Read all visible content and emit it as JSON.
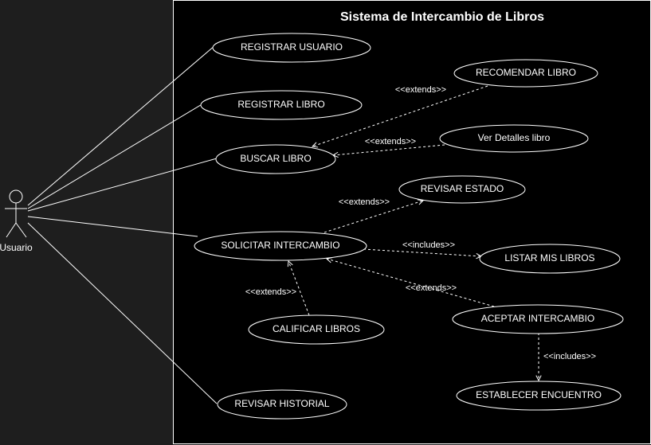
{
  "system": {
    "title": "Sistema de Intercambio de Libros"
  },
  "actor": {
    "name": "Usuario"
  },
  "use_cases": {
    "registrar_usuario": "REGISTRAR USUARIO",
    "registrar_libro": "REGISTRAR LIBRO",
    "buscar_libro": "BUSCAR LIBRO",
    "recomendar_libro": "RECOMENDAR LIBRO",
    "ver_detalles": "Ver Detalles libro",
    "revisar_estado": "REVISAR ESTADO",
    "solicitar_intercambio": "SOLICITAR INTERCAMBIO",
    "listar_mis_libros": "LISTAR MIS LIBROS",
    "aceptar_intercambio": "ACEPTAR INTERCAMBIO",
    "calificar_libros": "CALIFICAR LIBROS",
    "establecer_encuentro": "ESTABLECER ENCUENTRO",
    "revisar_historial": "REVISAR HISTORIAL"
  },
  "relations": {
    "recomendar_extends": "<<extends>>",
    "ver_detalles_extends": "<<extends>>",
    "revisar_estado_extends": "<<extends>>",
    "listar_includes": "<<includes>>",
    "aceptar_extends": "<<extends>>",
    "calificar_extends": "<<extends>>",
    "establecer_includes": "<<includes>>"
  }
}
